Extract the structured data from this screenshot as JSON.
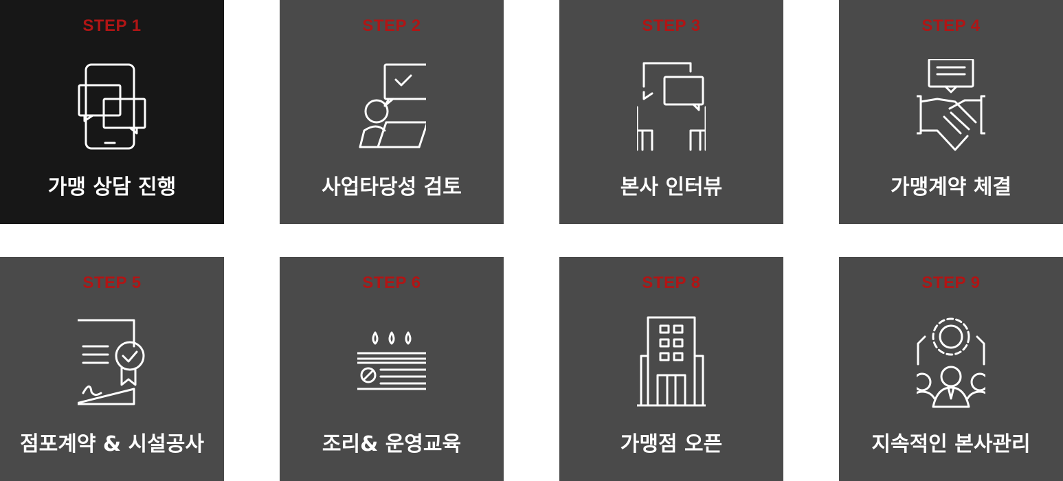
{
  "steps": [
    {
      "step": "STEP 1",
      "title": "가맹 상담 진행",
      "icon": "phone-chat-icon",
      "active": true
    },
    {
      "step": "STEP 2",
      "title": "사업타당성 검토",
      "icon": "laptop-review-icon",
      "active": false
    },
    {
      "step": "STEP 3",
      "title": "본사 인터뷰",
      "icon": "interview-chairs-icon",
      "active": false
    },
    {
      "step": "STEP 4",
      "title": "가맹계약 체결",
      "icon": "handshake-icon",
      "active": false
    },
    {
      "step": "STEP 5",
      "title": "점포계약 & 시설공사",
      "icon": "certificate-icon",
      "active": false
    },
    {
      "step": "STEP 6",
      "title": "조리& 운영교육",
      "icon": "cooking-pot-icon",
      "active": false
    },
    {
      "step": "STEP 8",
      "title": "가맹점 오픈",
      "icon": "building-icon",
      "active": false
    },
    {
      "step": "STEP 9",
      "title": "지속적인 본사관리",
      "icon": "team-management-icon",
      "active": false
    }
  ],
  "colors": {
    "active_card": "#171717",
    "card": "#4a4a4a",
    "step_label": "#b01515",
    "title": "#ffffff"
  }
}
